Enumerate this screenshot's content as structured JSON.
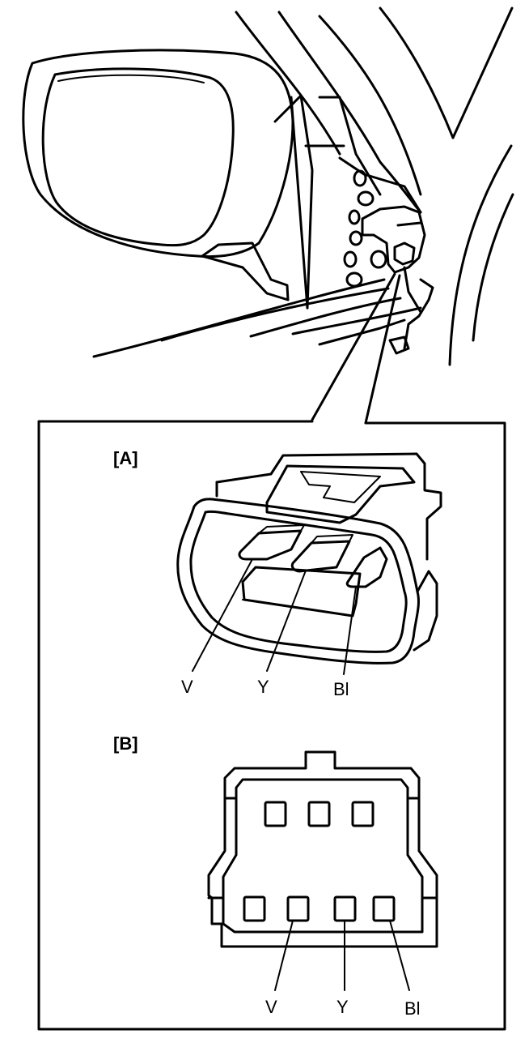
{
  "sections": {
    "a": {
      "label": "[A]",
      "pins": [
        "V",
        "Y",
        "Bl"
      ]
    },
    "b": {
      "label": "[B]",
      "pins": [
        "V",
        "Y",
        "Bl"
      ]
    }
  }
}
